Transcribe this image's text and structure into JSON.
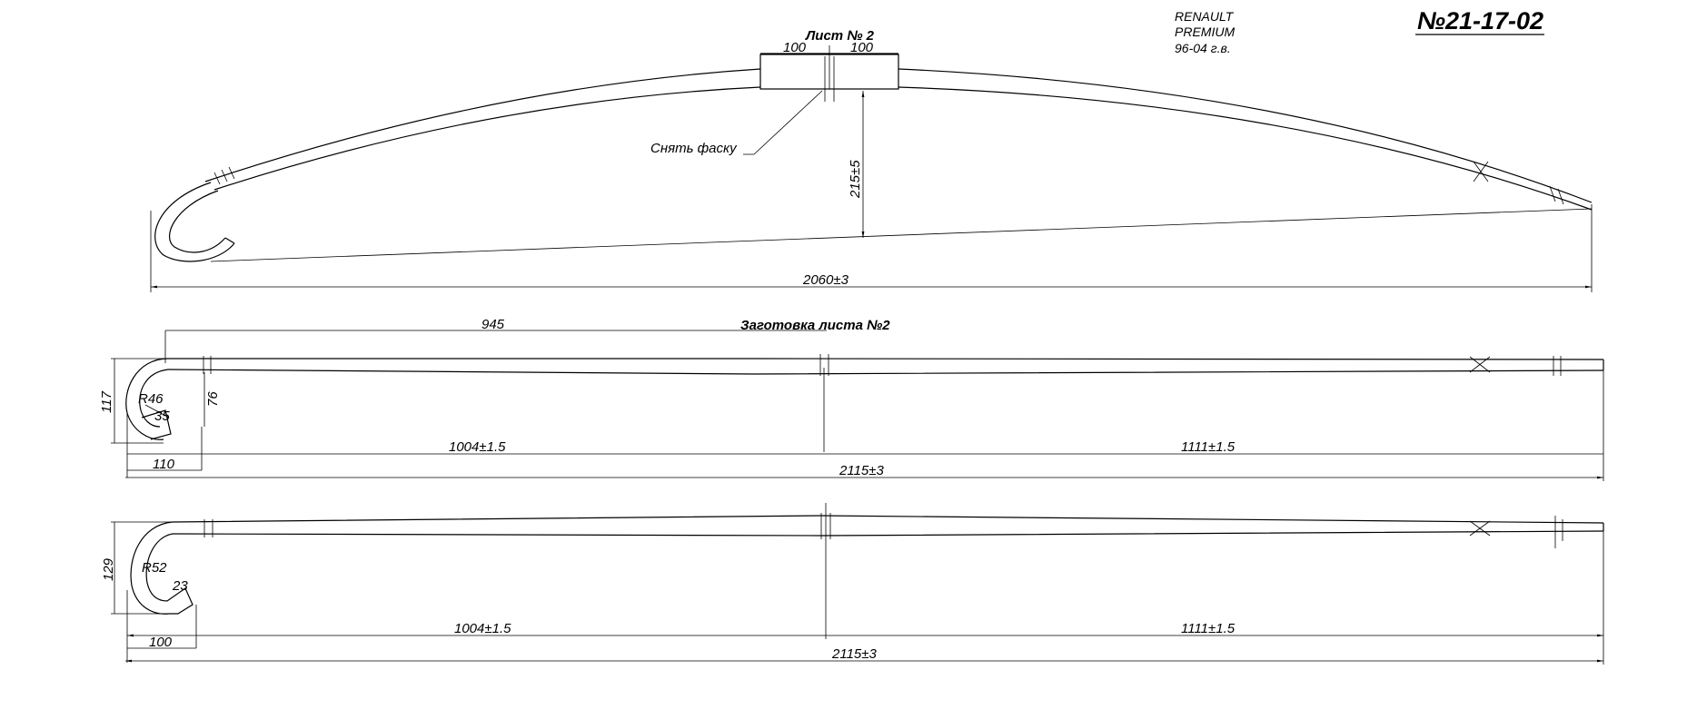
{
  "header": {
    "doc_number": "№21-17-02",
    "make": "RENAULT",
    "model": "PREMIUM",
    "years": "96-04 г.в."
  },
  "view_top": {
    "title": "Лист № 2",
    "dim_left_center": "100",
    "dim_right_center": "100",
    "callout_chamfer": "Снять фаску",
    "dim_height": "215±5",
    "dim_overall": "2060±3"
  },
  "view_blank": {
    "title": "Заготовка листа №2",
    "dim_eye_offset": "945",
    "dim_eye_height": "117",
    "dim_radius": "R46",
    "dim_gap": "35",
    "dim_eye_inner": "76",
    "dim_left_section": "1004±1.5",
    "dim_right_section": "1111±1.5",
    "dim_eye_width": "110",
    "dim_overall": "2115±3"
  },
  "view_finished": {
    "dim_eye_height": "129",
    "dim_radius": "R52",
    "dim_gap": "23",
    "dim_left_section": "1004±1.5",
    "dim_right_section": "1111±1.5",
    "dim_eye_width": "100",
    "dim_overall": "2115±3"
  }
}
